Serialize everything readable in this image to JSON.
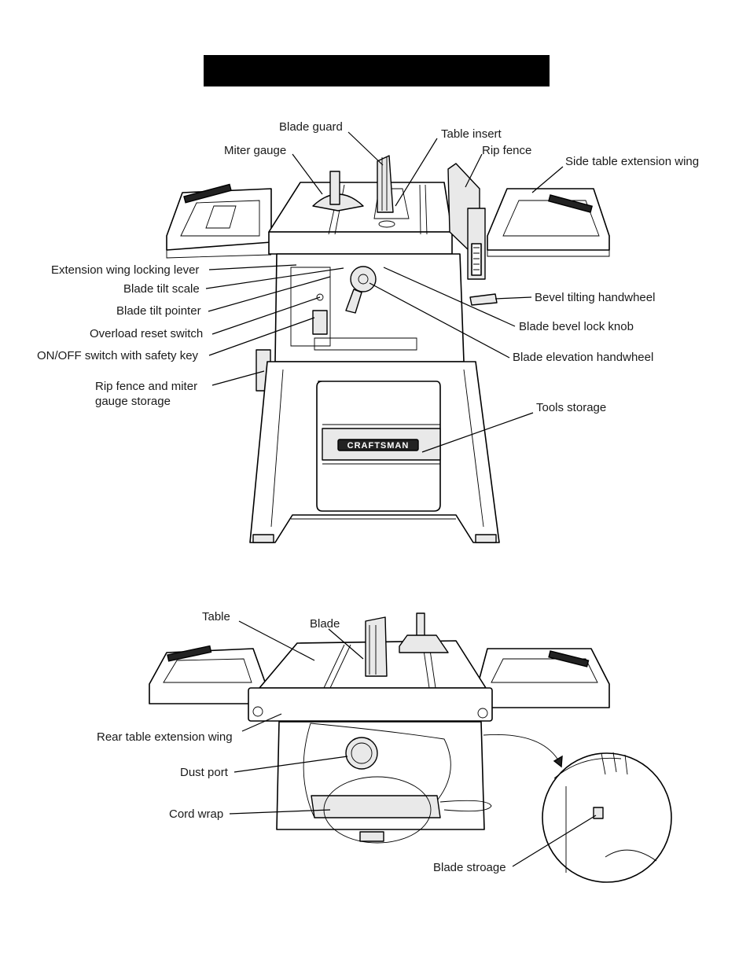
{
  "header": {
    "title": ""
  },
  "top_figure": {
    "brand": "CRAFTSMAN",
    "labels": [
      "Blade guard",
      "Table insert",
      "Miter gauge",
      "Rip fence",
      "Side table extension wing",
      "Extension wing locking lever",
      "Blade tilt scale",
      "Blade tilt pointer",
      "Overload reset switch",
      "ON/OFF switch with safety key",
      "Rip fence and miter",
      "gauge storage",
      "Bevel tilting handwheel",
      "Blade bevel lock knob",
      "Blade elevation handwheel",
      "Tools storage"
    ]
  },
  "bottom_figure": {
    "labels": [
      "Table",
      "Blade",
      "Rear table extension wing",
      "Dust port",
      "Cord wrap",
      "Blade stroage"
    ]
  }
}
